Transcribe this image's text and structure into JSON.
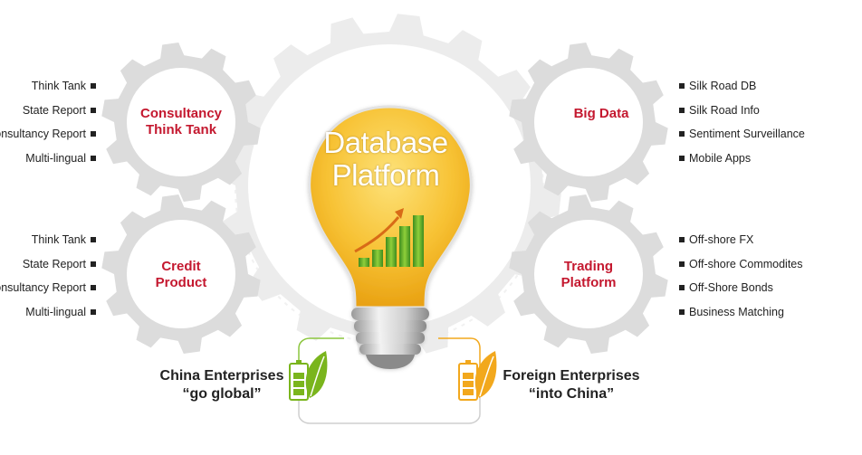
{
  "center": {
    "line1": "Database",
    "line2": "Platform"
  },
  "gears": {
    "top_left": {
      "line1": "Consultancy",
      "line2": "Think Tank",
      "items": [
        "Think Tank",
        "State Report",
        "Consultancy Report",
        "Multi-lingual"
      ]
    },
    "bottom_left": {
      "line1": "Credit",
      "line2": "Product",
      "items": [
        "Think Tank",
        "State Report",
        "Consultancy Report",
        "Multi-lingual"
      ]
    },
    "top_right": {
      "line1": "Big Data",
      "items": [
        "Silk Road DB",
        "Silk Road Info",
        "Sentiment Surveillance",
        "Mobile Apps"
      ]
    },
    "bottom_right": {
      "line1": "Trading",
      "line2": "Platform",
      "items": [
        "Off-shore FX",
        "Off-shore Commodites",
        "Off-Shore Bonds",
        "Business Matching"
      ]
    }
  },
  "enterprises": {
    "china": {
      "line1": "China Enterprises",
      "line2": "“go global”"
    },
    "foreign": {
      "line1": "Foreign Enterprises",
      "line2": "“into China”"
    }
  },
  "colors": {
    "accent_red": "#c4182f",
    "bulb_yellow": "#f5b31c",
    "green": "#7ab51d",
    "orange": "#f2a81d",
    "gear_gray": "#d8d8d8"
  }
}
